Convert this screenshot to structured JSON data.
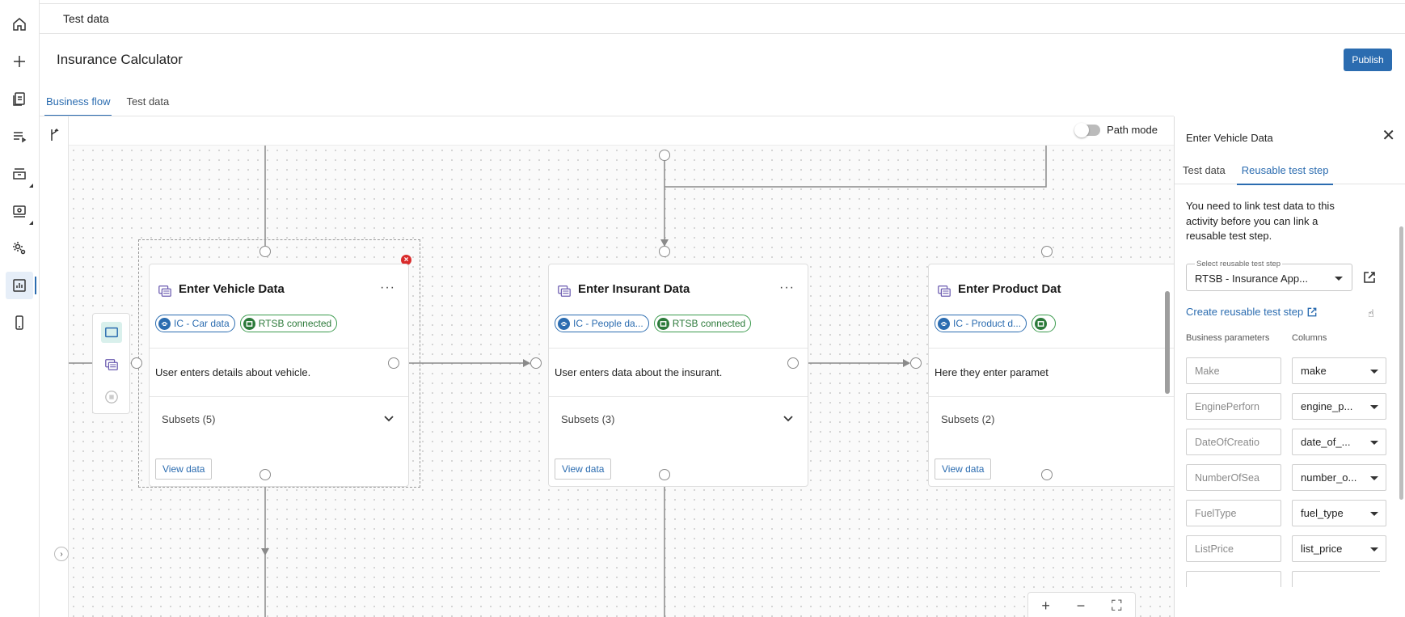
{
  "rail": {
    "items": [
      {
        "name": "home-icon"
      },
      {
        "name": "add-icon"
      },
      {
        "name": "documents-icon"
      },
      {
        "name": "list-icon"
      },
      {
        "name": "archive-icon"
      },
      {
        "name": "monitor-icon"
      },
      {
        "name": "settings-icon"
      },
      {
        "name": "analytics-icon",
        "active": true
      },
      {
        "name": "mobile-icon"
      }
    ]
  },
  "topbar": {
    "breadcrumb": "Test data"
  },
  "header": {
    "title": "Insurance Calculator",
    "publish_label": "Publish"
  },
  "tabs": [
    {
      "label": "Business flow",
      "active": true
    },
    {
      "label": "Test data",
      "active": false
    }
  ],
  "canvas": {
    "path_mode_label": "Path mode",
    "path_mode_on": false,
    "zoom_controls": {
      "zoom_in": "+",
      "zoom_out": "−",
      "fit": "⛶"
    }
  },
  "cards": [
    {
      "title": "Enter Vehicle Data",
      "menu": "···",
      "chips": [
        {
          "text": "IC - Car data",
          "kind": "blue"
        },
        {
          "text": "RTSB connected",
          "kind": "green"
        }
      ],
      "description": "User enters details about vehicle.",
      "subsets": "Subsets (5)",
      "view_label": "View data"
    },
    {
      "title": "Enter Insurant Data",
      "menu": "···",
      "chips": [
        {
          "text": "IC - People da...",
          "kind": "blue"
        },
        {
          "text": "RTSB connected",
          "kind": "green"
        }
      ],
      "description": "User enters data about the insurant.",
      "subsets": "Subsets (3)",
      "view_label": "View data"
    },
    {
      "title": "Enter Product Dat",
      "menu": "",
      "chips": [
        {
          "text": "IC - Product d...",
          "kind": "blue"
        },
        {
          "text": "",
          "kind": "green"
        }
      ],
      "description": "Here they enter paramet",
      "subsets": "Subsets (2)",
      "view_label": "View data"
    }
  ],
  "error_badge": "×",
  "panel": {
    "title": "Enter Vehicle Data",
    "close": "✕",
    "tabs": [
      {
        "label": "Test data",
        "active": false
      },
      {
        "label": "Reusable test step",
        "active": true
      }
    ],
    "message": "You need to link test data to this activity before you can link a reusable test step.",
    "select_label": "Select reusable test step",
    "select_value": "RTSB - Insurance App...",
    "create_link": "Create reusable test step",
    "col_business": "Business parameters",
    "col_columns": "Columns",
    "mappings": [
      {
        "param": "Make",
        "column": "make"
      },
      {
        "param": "EnginePerforn",
        "column": "engine_p..."
      },
      {
        "param": "DateOfCreatio",
        "column": "date_of_..."
      },
      {
        "param": "NumberOfSea",
        "column": "number_o..."
      },
      {
        "param": "FuelType",
        "column": "fuel_type"
      },
      {
        "param": "ListPrice",
        "column": "list_price"
      }
    ]
  }
}
